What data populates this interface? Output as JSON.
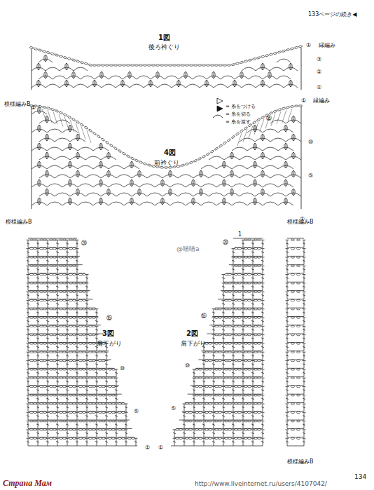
{
  "diagram": {
    "labels": [
      "133ページの続き◀",
      "1図",
      "後ろ衿ぐり",
      "縁編み",
      "①",
      "③",
      "②",
      "①",
      "模様編みB",
      "①",
      "①",
      "縁編み",
      "⑮",
      "⑩",
      "⑤",
      "①",
      "4図",
      "前衿ぐり",
      "模様編みB",
      "模様編みB",
      "3図",
      "肩下がり",
      "2図",
      "肩下がり",
      "⑳",
      "⑮",
      "⑩",
      "⑤",
      "①",
      "①",
      "⑤",
      "⑩",
      "⑮",
      "⑳",
      "1",
      "模様編みB",
      "134",
      "@喵喵a",
      "Страна Мам",
      "http://www.liveinternet.ru/users/4107042/"
    ],
    "legend": [
      {
        "text": "= 糸をつける"
      },
      {
        "text": "= 糸を切る"
      },
      {
        "text": "= 糸を渡す"
      }
    ]
  }
}
